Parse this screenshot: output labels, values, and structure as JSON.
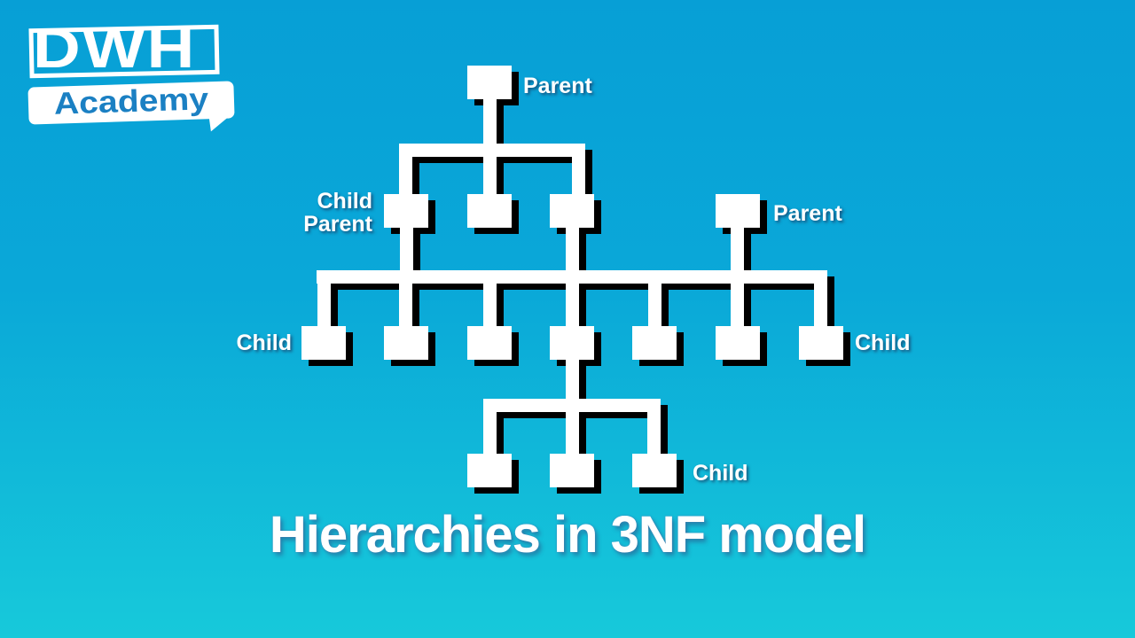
{
  "background": {
    "top_color": "#079FD6",
    "bottom_color": "#17C9DA"
  },
  "logo": {
    "title": "DWH",
    "subtitle": "Academy",
    "accent_color": "#1B80C3"
  },
  "title": "Hierarchies in 3NF model",
  "diagram": {
    "node_fill": "#FFFFFF",
    "shadow_color": "#000000",
    "labels": {
      "level1_parent": "Parent",
      "level2_child_parent": [
        "Child",
        "Parent"
      ],
      "level2_right_parent": "Parent",
      "level3_left_child": "Child",
      "level3_right_child": "Child",
      "level4_child": "Child"
    },
    "structure": {
      "level1_boxes": 1,
      "level2_boxes": 3,
      "level2_standalone_boxes": 1,
      "level3_boxes": 7,
      "level4_boxes": 3
    }
  }
}
